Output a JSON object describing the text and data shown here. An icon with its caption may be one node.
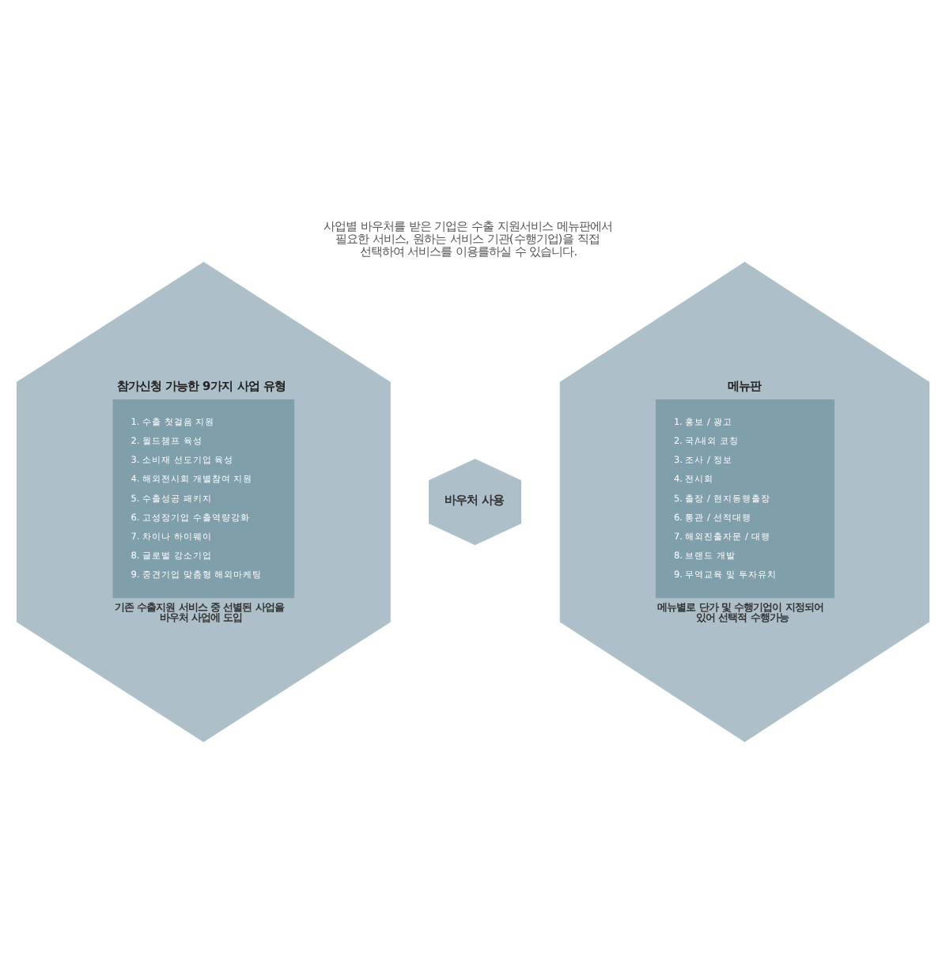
{
  "diagram": {
    "title": "사업별 바우처를 받은 기업은 수출 지원서비스 메뉴판에서 필요한 서비스, 원하는 서비스 기관(수행기업)을 직접 선택하여 서비스를 이용를하실 수 있습니다.",
    "nodes": [
      {
        "text": [
          "참가신청 가능한 9가지 사업 유형",
          "1. 수출 첫걸음 지원",
          "2. 월드챔프 육성",
          "3. 소비재 선도기업 육성",
          "4. 해외전시회 개별참여 지원",
          "5. 수출성공 패키지",
          "6. 고성장기업 수출역량강화",
          "7. 차이나 하이웨이",
          "8. 글로벌 강소기업",
          "9. 중견기업 맞춤형 해외마케팅",
          "기존 수출지원 서비스 중 선별된 사업을 바우처 사업에 도입"
        ]
      },
      {
        "text": [
          "바우처 사용"
        ]
      },
      {
        "text": [
          "메뉴판",
          "1. 홍보 / 광고",
          "2. 국/내외 코칭",
          "3. 조사 / 정보",
          "4. 전시회",
          "5. 출장 / 현지동행출장",
          "6. 통관 / 선적대행",
          "7. 해외진출자문 / 대행",
          "8. 브랜드 개발",
          "9. 무역교육 및 투자유치",
          "메뉴별로 단가 및 수행기업이 지정되어 있어 선택적 수행가능"
        ]
      }
    ],
    "edges": []
  }
}
